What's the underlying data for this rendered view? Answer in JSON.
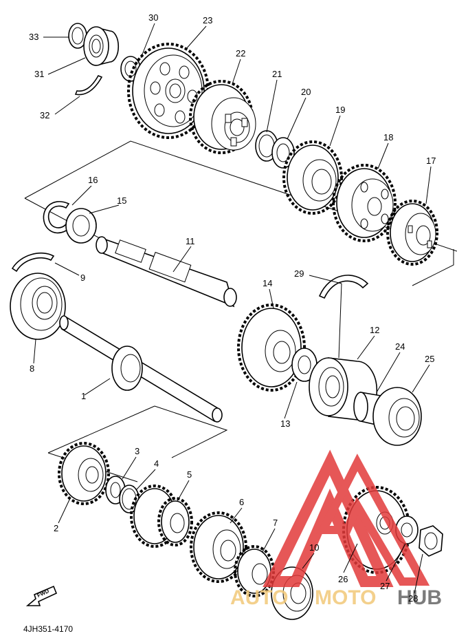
{
  "diagram_code": "4JH351-4170",
  "fwd_label": "FWD",
  "watermark": {
    "brand_prefix": "AUTO",
    "brand_middle": "MOTO",
    "brand_suffix": "HUB",
    "accent_color": "#e23a3a",
    "text_color": "#f2c878"
  },
  "callouts": [
    "1",
    "2",
    "3",
    "4",
    "5",
    "6",
    "7",
    "8",
    "9",
    "10",
    "11",
    "12",
    "13",
    "14",
    "15",
    "16",
    "17",
    "18",
    "19",
    "20",
    "21",
    "22",
    "23",
    "24",
    "25",
    "26",
    "27",
    "28",
    "29",
    "30",
    "31",
    "32",
    "33"
  ]
}
